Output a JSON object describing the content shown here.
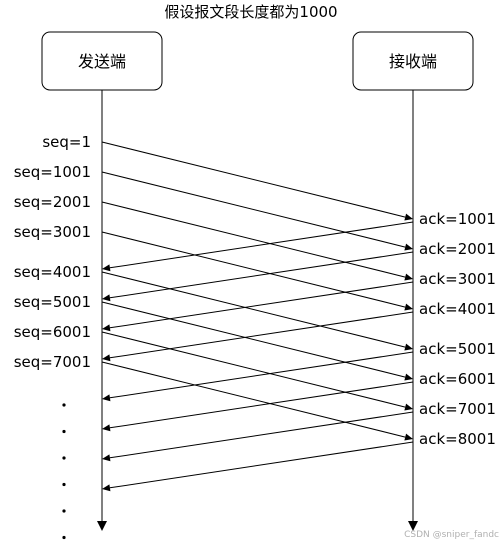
{
  "title": "假设报文段长度都为1000",
  "sender": {
    "label": "发送端"
  },
  "receiver": {
    "label": "接收端"
  },
  "segments": [
    "seq=1",
    "seq=1001",
    "seq=2001",
    "seq=3001",
    "seq=4001",
    "seq=5001",
    "seq=6001",
    "seq=7001"
  ],
  "acks": [
    "ack=1001",
    "ack=2001",
    "ack=3001",
    "ack=4001",
    "ack=5001",
    "ack=6001",
    "ack=7001",
    "ack=8001"
  ],
  "continuation": {
    "dot_count": 6
  },
  "watermark": "CSDN @sniper_fandc"
}
